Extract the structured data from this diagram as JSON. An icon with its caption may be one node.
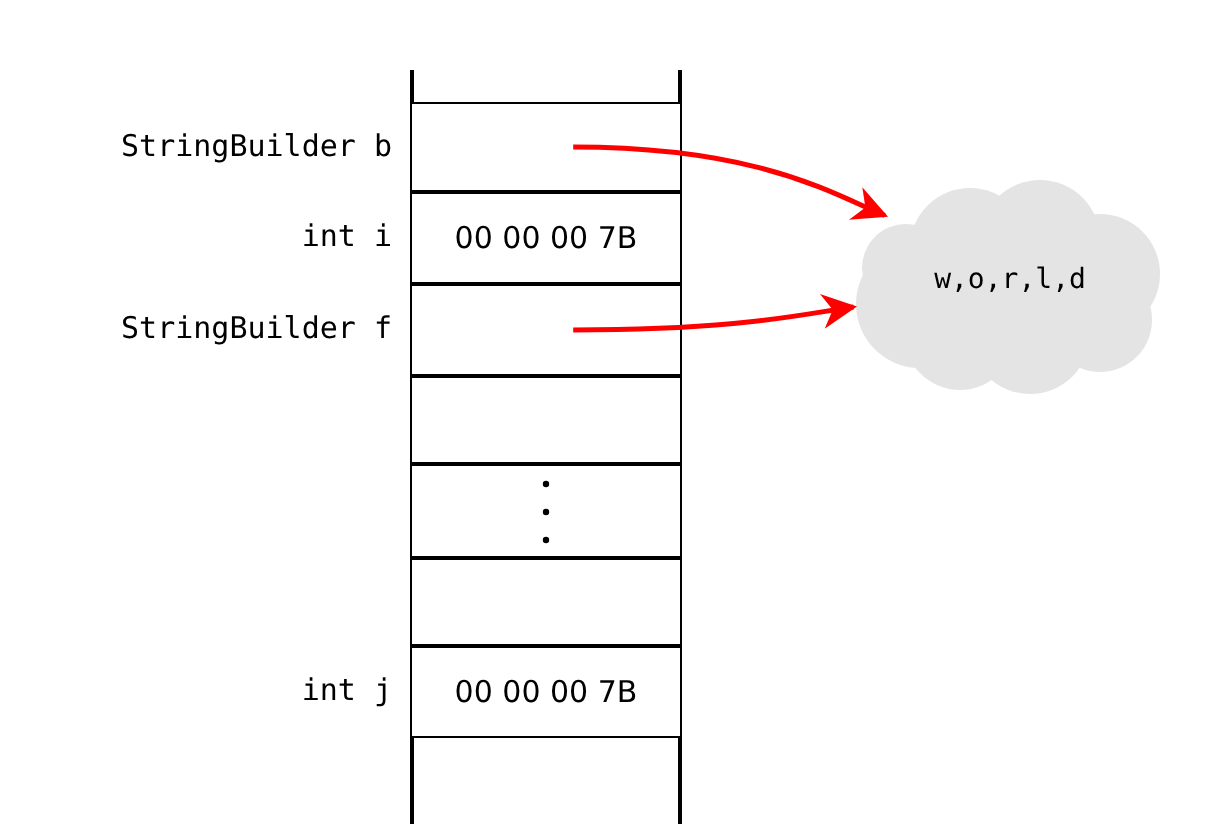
{
  "diagram": {
    "nodes": [
      {
        "text": [],
        "shape": "box",
        "beside": [
          "StringBuilder b"
        ]
      },
      {
        "text": [
          "00 00 00 7B"
        ],
        "beside": [
          "int i"
        ]
      },
      {
        "text": [],
        "shape": "box",
        "beside": [
          "StringBuilder f"
        ]
      },
      {
        "text": [],
        "shape": "box"
      },
      {
        "text": [],
        "shape": "box"
      },
      {
        "text": [],
        "shape": "box"
      },
      {
        "text": [
          "00 00 00 7B"
        ],
        "beside": [
          "int j"
        ]
      },
      {
        "text": [
          "w,o,r,l,d"
        ]
      }
    ],
    "edges": [
      {
        "from": 0,
        "to": 7,
        "arrow": "to",
        "color": "#ff0000"
      },
      {
        "from": 2,
        "to": 7,
        "arrow": "to",
        "color": "#ff0000"
      }
    ]
  }
}
